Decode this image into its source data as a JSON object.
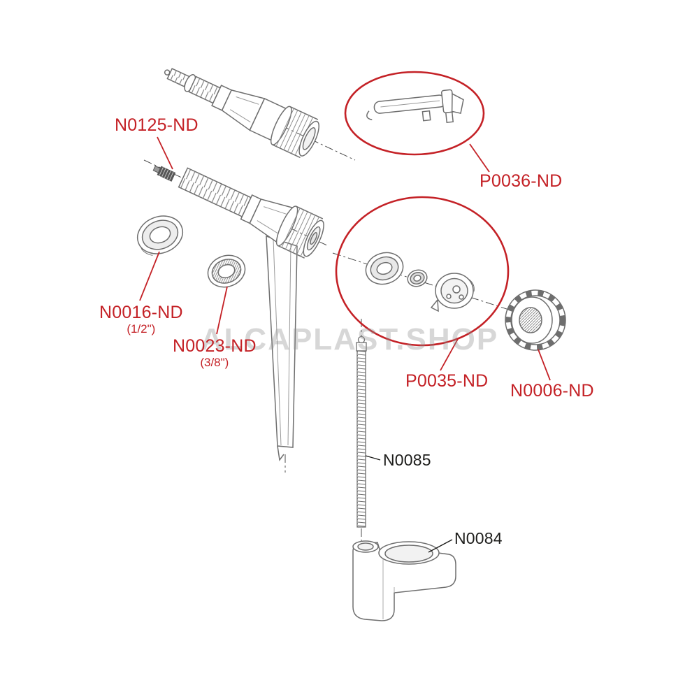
{
  "diagram": {
    "title": "toilet fill valve spare parts exploded diagram",
    "watermark": "ALCAPLAST.SHOP",
    "colors": {
      "label_red": "#c42126",
      "label_black": "#1d1d1b",
      "line_gray": "#6e6e6e"
    },
    "labels": {
      "n0125": {
        "part": "N0125-ND"
      },
      "p0036": {
        "part": "P0036-ND"
      },
      "n0016": {
        "part": "N0016-ND",
        "size": "(1/2\")"
      },
      "n0023": {
        "part": "N0023-ND",
        "size": "(3/8\")"
      },
      "p0035": {
        "part": "P0035-ND"
      },
      "n0006": {
        "part": "N0006-ND"
      },
      "n0085": {
        "part": "N0085"
      },
      "n0084": {
        "part": "N0084"
      }
    }
  }
}
